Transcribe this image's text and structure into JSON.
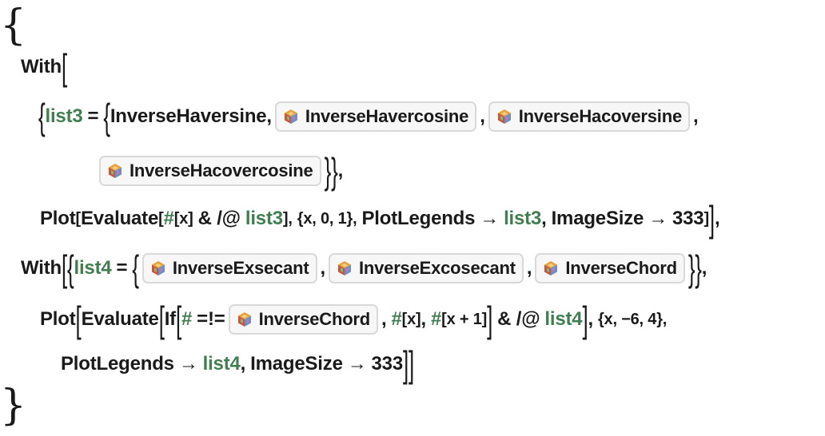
{
  "code": {
    "open_brace": "{",
    "close_brace": "}",
    "with_kw": "With",
    "plot_kw": "Plot",
    "evaluate_kw": "Evaluate",
    "if_kw": "If",
    "list3": "list3",
    "list4": "list4",
    "eq": "=",
    "neq": "=!=",
    "slot": "#",
    "arg_x": "[x]",
    "arg_x1": "[x + 1]",
    "map": "& /@",
    "range1": "{x, 0, 1},",
    "range2": "{x, −6, 4},",
    "plot_legends": "PlotLegends",
    "image_size": "ImageSize",
    "arrow": "→",
    "size_value": "333",
    "func_builtin": "InverseHaversine,",
    "resource_functions": {
      "havercosine": "InverseHavercosine",
      "hacoversine": "InverseHacoversine",
      "hacovercosine": "InverseHacovercosine",
      "exsecant": "InverseExsecant",
      "excosecant": "InverseExcosecant",
      "chord": "InverseChord"
    }
  },
  "icons": {
    "resource_icon": "resource-function-icon"
  },
  "colors": {
    "variable": "#3f7f4f",
    "text": "#1a1a1a",
    "pill_border": "#d9d9d9",
    "pill_bg": "#f7f7f7"
  }
}
